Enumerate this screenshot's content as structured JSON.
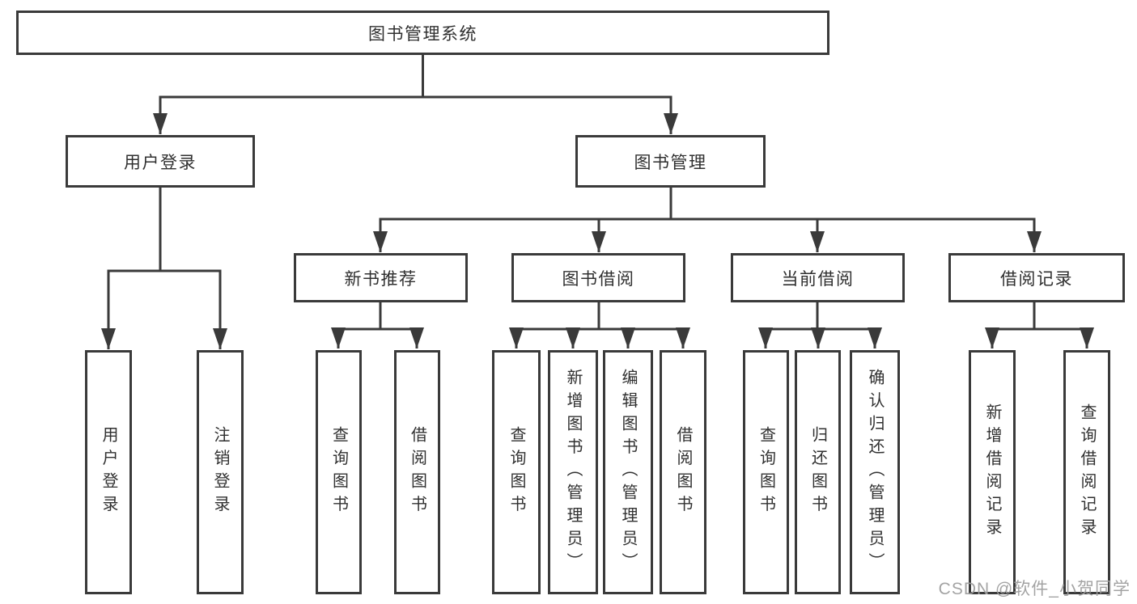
{
  "tree": {
    "root": {
      "label": "图书管理系统"
    },
    "branches": [
      {
        "label": "用户登录",
        "leaves": [
          "用户登录",
          "注销登录"
        ]
      },
      {
        "label": "图书管理",
        "groups": [
          {
            "label": "新书推荐",
            "leaves": [
              "查询图书",
              "借阅图书"
            ]
          },
          {
            "label": "图书借阅",
            "leaves": [
              "查询图书",
              "新增图书（管理员）",
              "编辑图书（管理员）",
              "借阅图书"
            ]
          },
          {
            "label": "当前借阅",
            "leaves": [
              "查询图书",
              "归还图书",
              "确认归还（管理员）"
            ]
          },
          {
            "label": "借阅记录",
            "leaves": [
              "新增借阅记录",
              "查询借阅记录"
            ]
          }
        ]
      }
    ]
  },
  "watermark": {
    "text": "CSDN @软件_小贺同学"
  },
  "colors": {
    "line": "#3a3a3a",
    "text": "#303030",
    "background": "#ffffff",
    "watermark": "#9f9f9f"
  }
}
